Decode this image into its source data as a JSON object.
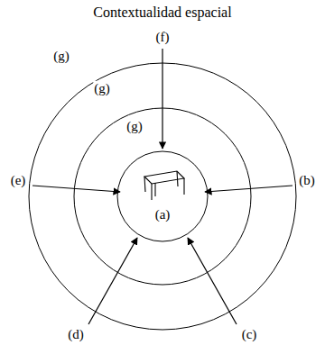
{
  "diagram": {
    "title": "Contextualidad espacial",
    "labels": [
      "(f)",
      "(g)",
      "(g)",
      "(e)",
      "(b)",
      "(g)",
      "(a)",
      "(d)",
      "(c)"
    ]
  }
}
